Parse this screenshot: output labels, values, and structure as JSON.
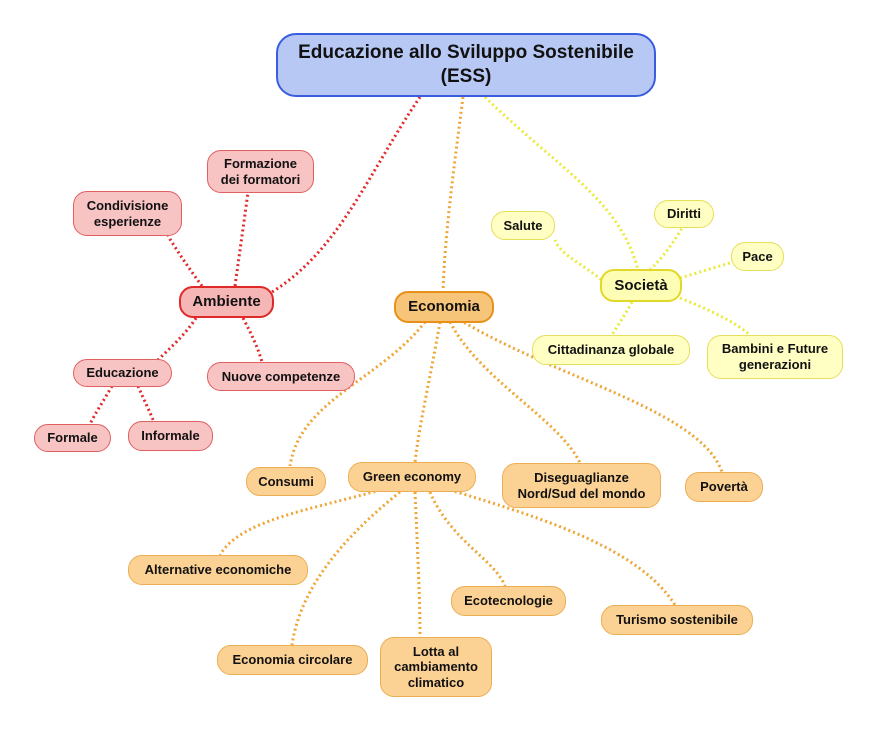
{
  "colors": {
    "root_fill": "#b8c8f4",
    "root_border": "#3a5de0",
    "ambiente_line": "#e02a2a",
    "economia_line": "#eea534",
    "societa_line": "#eaea3a"
  },
  "root": {
    "line1": "Educazione allo Sviluppo Sostenibile",
    "line2": "(ESS)"
  },
  "ambiente": {
    "title": "Ambiente",
    "formazione": {
      "line1": "Formazione",
      "line2": "dei formatori"
    },
    "condivisione": {
      "line1": "Condivisione",
      "line2": "esperienze"
    },
    "educazione": "Educazione",
    "formale": "Formale",
    "informale": "Informale",
    "nuove_competenze": "Nuove competenze"
  },
  "economia": {
    "title": "Economia",
    "consumi": "Consumi",
    "green_economy": "Green economy",
    "diseguaglianze": {
      "line1": "Diseguaglianze",
      "line2": "Nord/Sud del mondo"
    },
    "poverta": "Povertà",
    "alternative": "Alternative economiche",
    "economia_circolare": "Economia circolare",
    "lotta": {
      "line1": "Lotta al",
      "line2": "cambiamento",
      "line3": "climatico"
    },
    "ecotecnologie": "Ecotecnologie",
    "turismo": "Turismo sostenibile"
  },
  "societa": {
    "title": "Società",
    "salute": "Salute",
    "diritti": "Diritti",
    "pace": "Pace",
    "cittadinanza": "Cittadinanza globale",
    "bambini": {
      "line1": "Bambini e Future",
      "line2": "generazioni"
    }
  }
}
